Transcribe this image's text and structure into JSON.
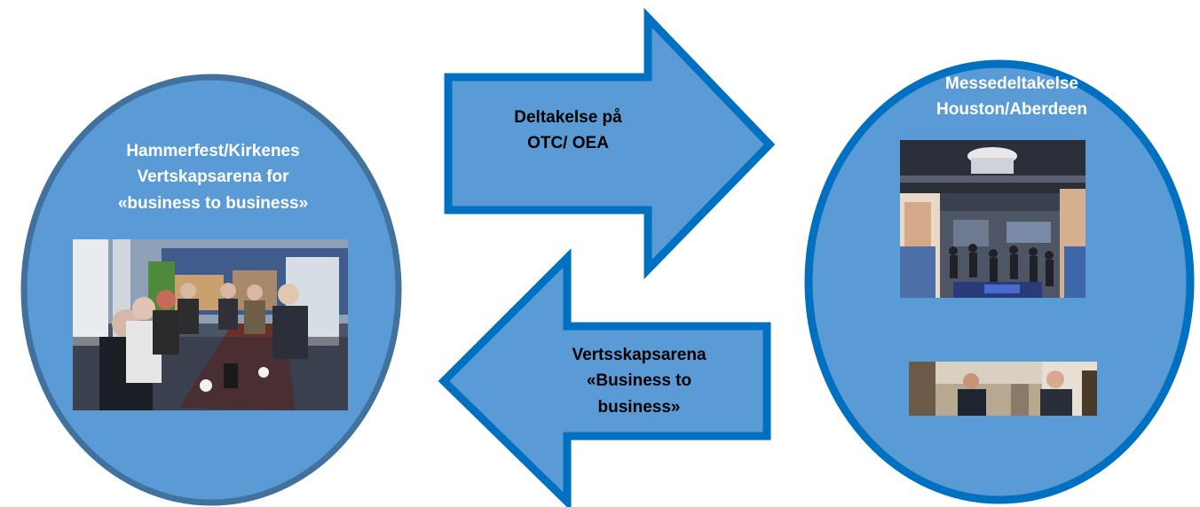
{
  "left_node": {
    "lines": [
      "Hammerfest/Kirkenes",
      "Vertskapsarena for",
      "«business to business»"
    ]
  },
  "right_node": {
    "lines": [
      "Messedeltakelse",
      "Houston/Aberdeen"
    ]
  },
  "arrow_right": {
    "lines": [
      "Deltakelse på",
      "OTC/ OEA"
    ]
  },
  "arrow_left": {
    "lines": [
      "Vertsskapsarena",
      "«Business to",
      "business»"
    ]
  },
  "colors": {
    "fill": "#5b9bd5",
    "stroke_left": "#41719c",
    "stroke_right": "#0070c0"
  }
}
